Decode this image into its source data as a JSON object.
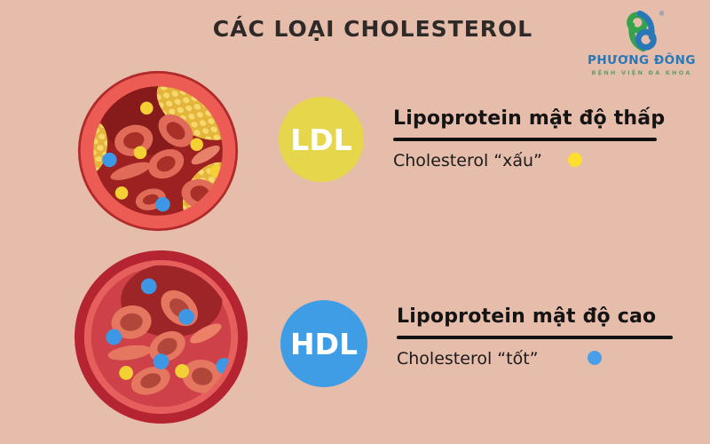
{
  "background_color": "#e6bcab",
  "title": "CÁC LOẠI CHOLESTEROL",
  "logo": {
    "name": "PHƯƠNG ĐÔNG",
    "tagline": "BỆNH VIỆN ĐA KHOA",
    "registered_mark": "®",
    "green": "#35a24c",
    "blue": "#2878b8"
  },
  "sections": [
    {
      "abbr": "LDL",
      "badge_color": "#e5d64b",
      "full_name": "Lipoprotein mật độ thấp",
      "subtitle": "Cholesterol “xấu”",
      "dot_color": "#fedf2f",
      "illustration": "clogged-artery"
    },
    {
      "abbr": "HDL",
      "badge_color": "#3f9de6",
      "full_name": "Lipoprotein mật độ cao",
      "subtitle": "Cholesterol “tốt”",
      "dot_color": "#4aa0e8",
      "illustration": "healthy-artery"
    }
  ]
}
